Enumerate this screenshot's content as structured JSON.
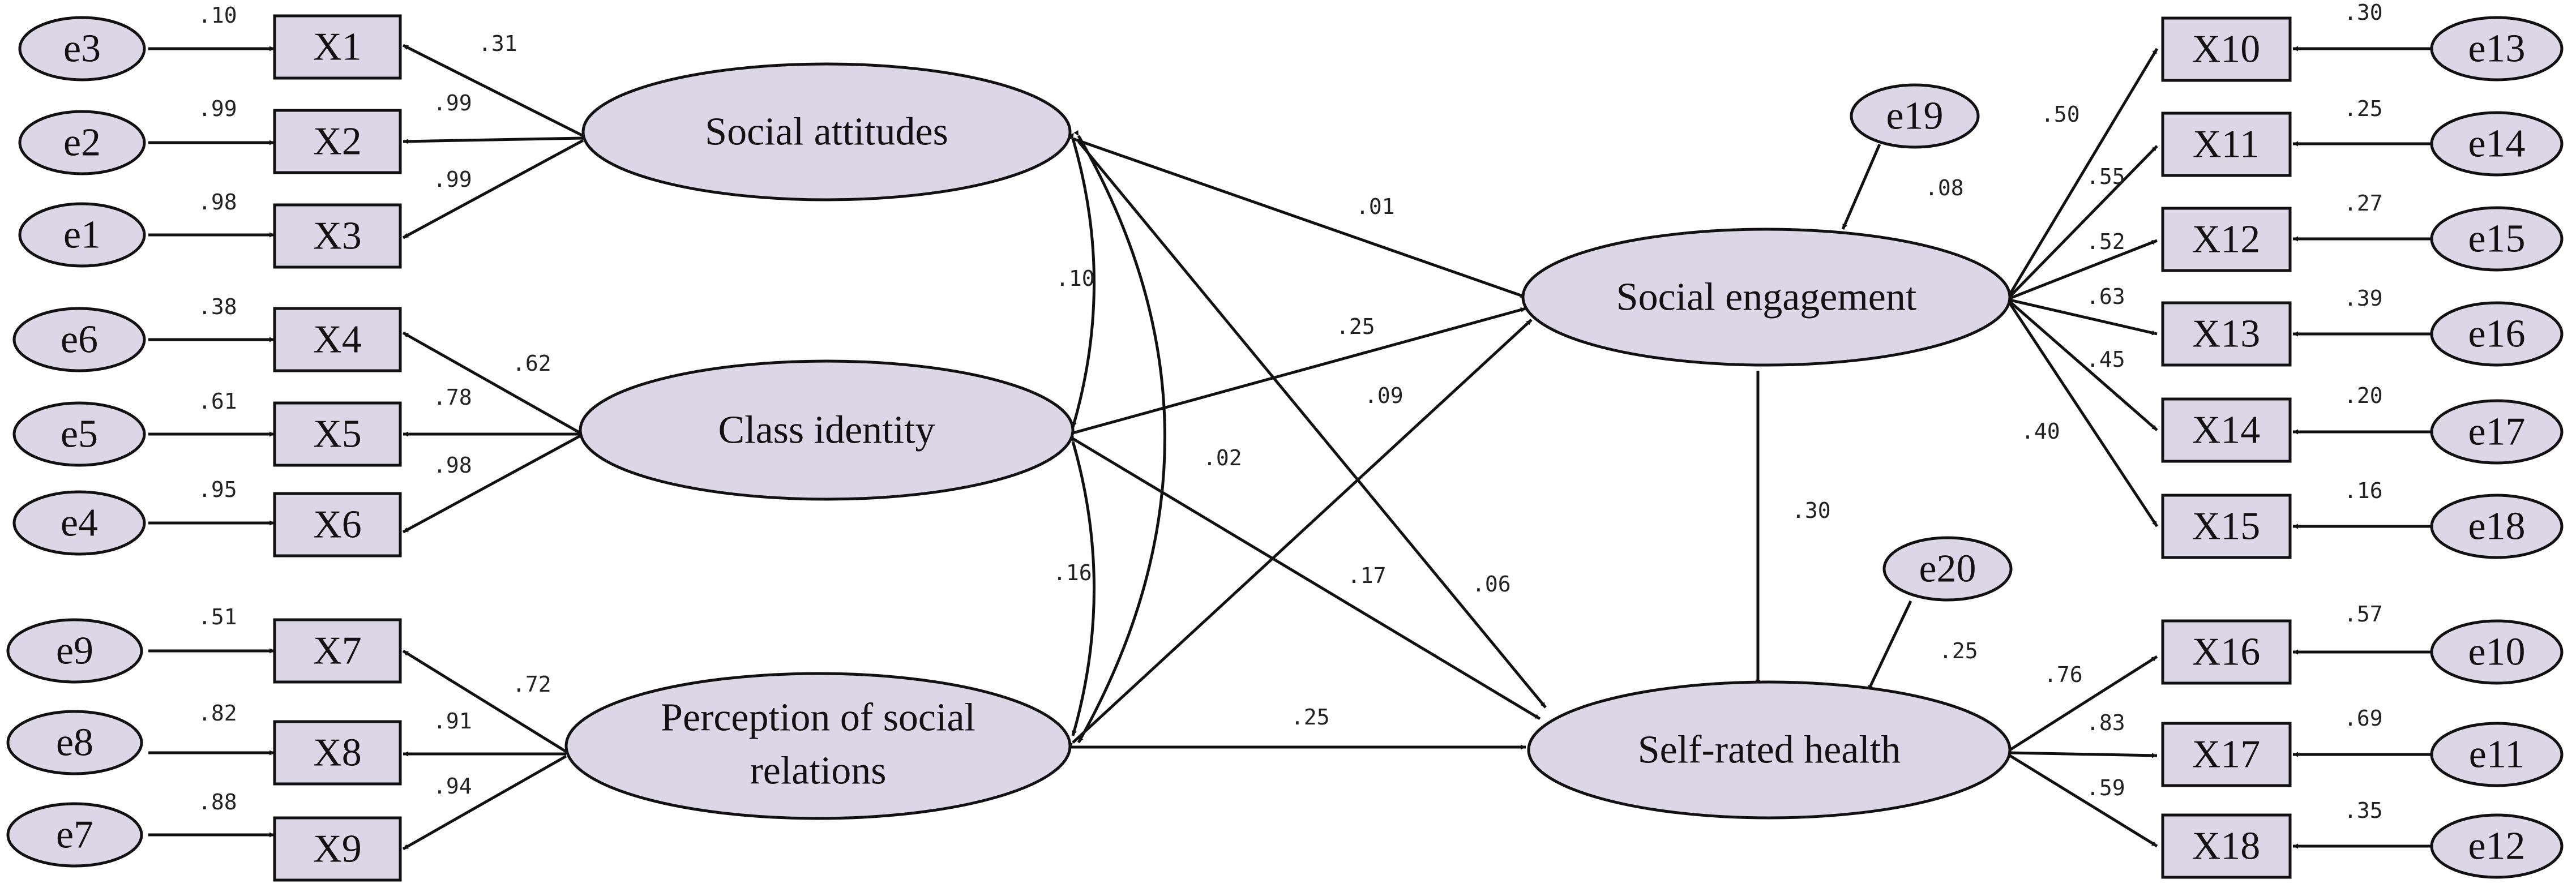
{
  "colors": {
    "node_fill": "#dcd7e6",
    "stroke": "#111111",
    "background": "#ffffff"
  },
  "latent": {
    "sa": "Social attitudes",
    "ci": "Class identity",
    "pr_line1": "Perception of social",
    "pr_line2": "relations",
    "se": "Social engagement",
    "sh": "Self-rated health"
  },
  "indicators": {
    "x1": "X1",
    "x2": "X2",
    "x3": "X3",
    "x4": "X4",
    "x5": "X5",
    "x6": "X6",
    "x7": "X7",
    "x8": "X8",
    "x9": "X9",
    "x10": "X10",
    "x11": "X11",
    "x12": "X12",
    "x13": "X13",
    "x14": "X14",
    "x15": "X15",
    "x16": "X16",
    "x17": "X17",
    "x18": "X18"
  },
  "errors": {
    "e1": "e1",
    "e2": "e2",
    "e3": "e3",
    "e4": "e4",
    "e5": "e5",
    "e6": "e6",
    "e7": "e7",
    "e8": "e8",
    "e9": "e9",
    "e10": "e10",
    "e11": "e11",
    "e12": "e12",
    "e13": "e13",
    "e14": "e14",
    "e15": "e15",
    "e16": "e16",
    "e17": "e17",
    "e18": "e18",
    "e19": "e19",
    "e20": "e20"
  },
  "coefficients": {
    "e3_x1": ".10",
    "e2_x2": ".99",
    "e1_x3": ".98",
    "sa_x1": ".31",
    "sa_x2": ".99",
    "sa_x3": ".99",
    "e6_x4": ".38",
    "e5_x5": ".61",
    "e4_x6": ".95",
    "ci_x4": ".62",
    "ci_x5": ".78",
    "ci_x6": ".98",
    "e9_x7": ".51",
    "e8_x8": ".82",
    "e7_x9": ".88",
    "pr_x7": ".72",
    "pr_x8": ".91",
    "pr_x9": ".94",
    "sa_ci": ".10",
    "sa_pr": ".02",
    "ci_pr": ".16",
    "sa_se": ".01",
    "ci_se": ".25",
    "pr_se": ".09",
    "ci_sh": ".17",
    "sa_sh": ".06",
    "pr_sh": ".25",
    "se_sh": ".30",
    "e19_se": ".08",
    "e20_sh": ".25",
    "se_x10": ".50",
    "se_x11": ".55",
    "se_x12": ".52",
    "se_x13": ".63",
    "se_x14": ".45",
    "se_x15": ".40",
    "e13_x10": ".30",
    "e14_x11": ".25",
    "e15_x12": ".27",
    "e16_x13": ".39",
    "e17_x14": ".20",
    "e18_x15": ".16",
    "sh_x16": ".76",
    "sh_x17": ".83",
    "sh_x18": ".59",
    "e10_x16": ".57",
    "e11_x17": ".69",
    "e12_x18": ".35"
  }
}
